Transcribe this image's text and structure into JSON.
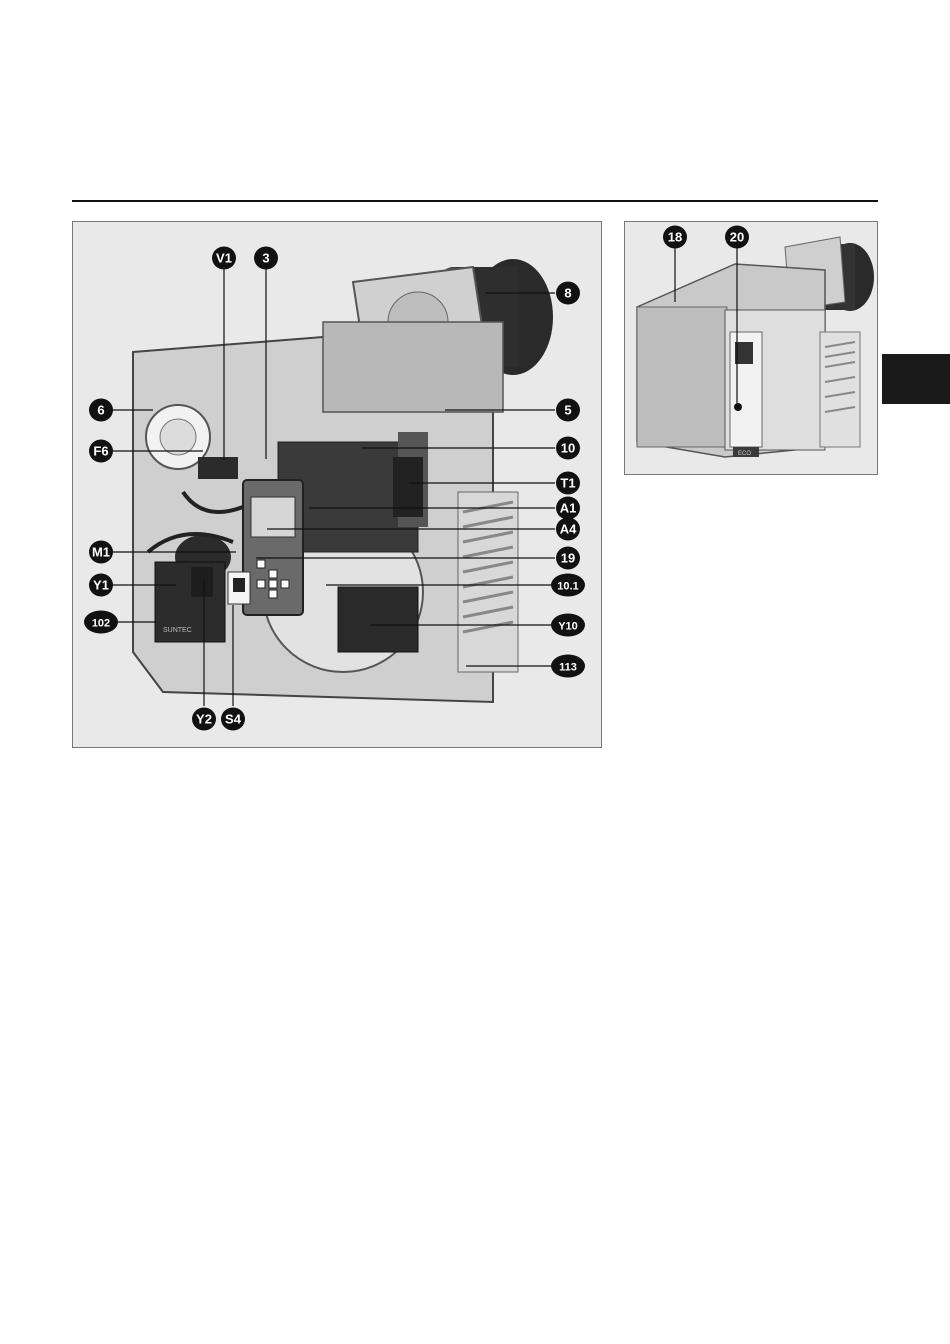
{
  "main_figure": {
    "callouts": [
      "V1",
      "3",
      "8",
      "6",
      "5",
      "F6",
      "10",
      "T1",
      "A1",
      "A4",
      "M1",
      "19",
      "Y1",
      "10.1",
      "102",
      "Y10",
      "113",
      "Y2",
      "S4"
    ],
    "pump_brand": "SUNTEC"
  },
  "side_figure": {
    "callouts": [
      "18",
      "20"
    ],
    "nameplate": "ECO"
  },
  "colors": {
    "callout_fill": "#111111",
    "background_panel": "#e9e9e9",
    "section_tab": "#1a1a1a"
  }
}
